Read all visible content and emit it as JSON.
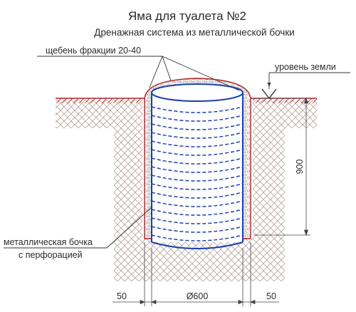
{
  "title": "Яма для туалета №2",
  "subtitle": "Дренажная система из металлической бочки",
  "labels": {
    "gravel": "щебень фракции 20-40",
    "ground": "уровень земли",
    "barrel_line1": "металлическая бочка",
    "barrel_line2": "с перфорацией"
  },
  "dimensions": {
    "depth": "900",
    "gap_left": "50",
    "diameter": "Ø600",
    "gap_right": "50"
  },
  "colors": {
    "soil_hatch": "#a58f87",
    "pit_outline": "#b22020",
    "barrel": "#1a3fb0",
    "gravel": "#8a8a8a",
    "text": "#2b2b2b"
  }
}
